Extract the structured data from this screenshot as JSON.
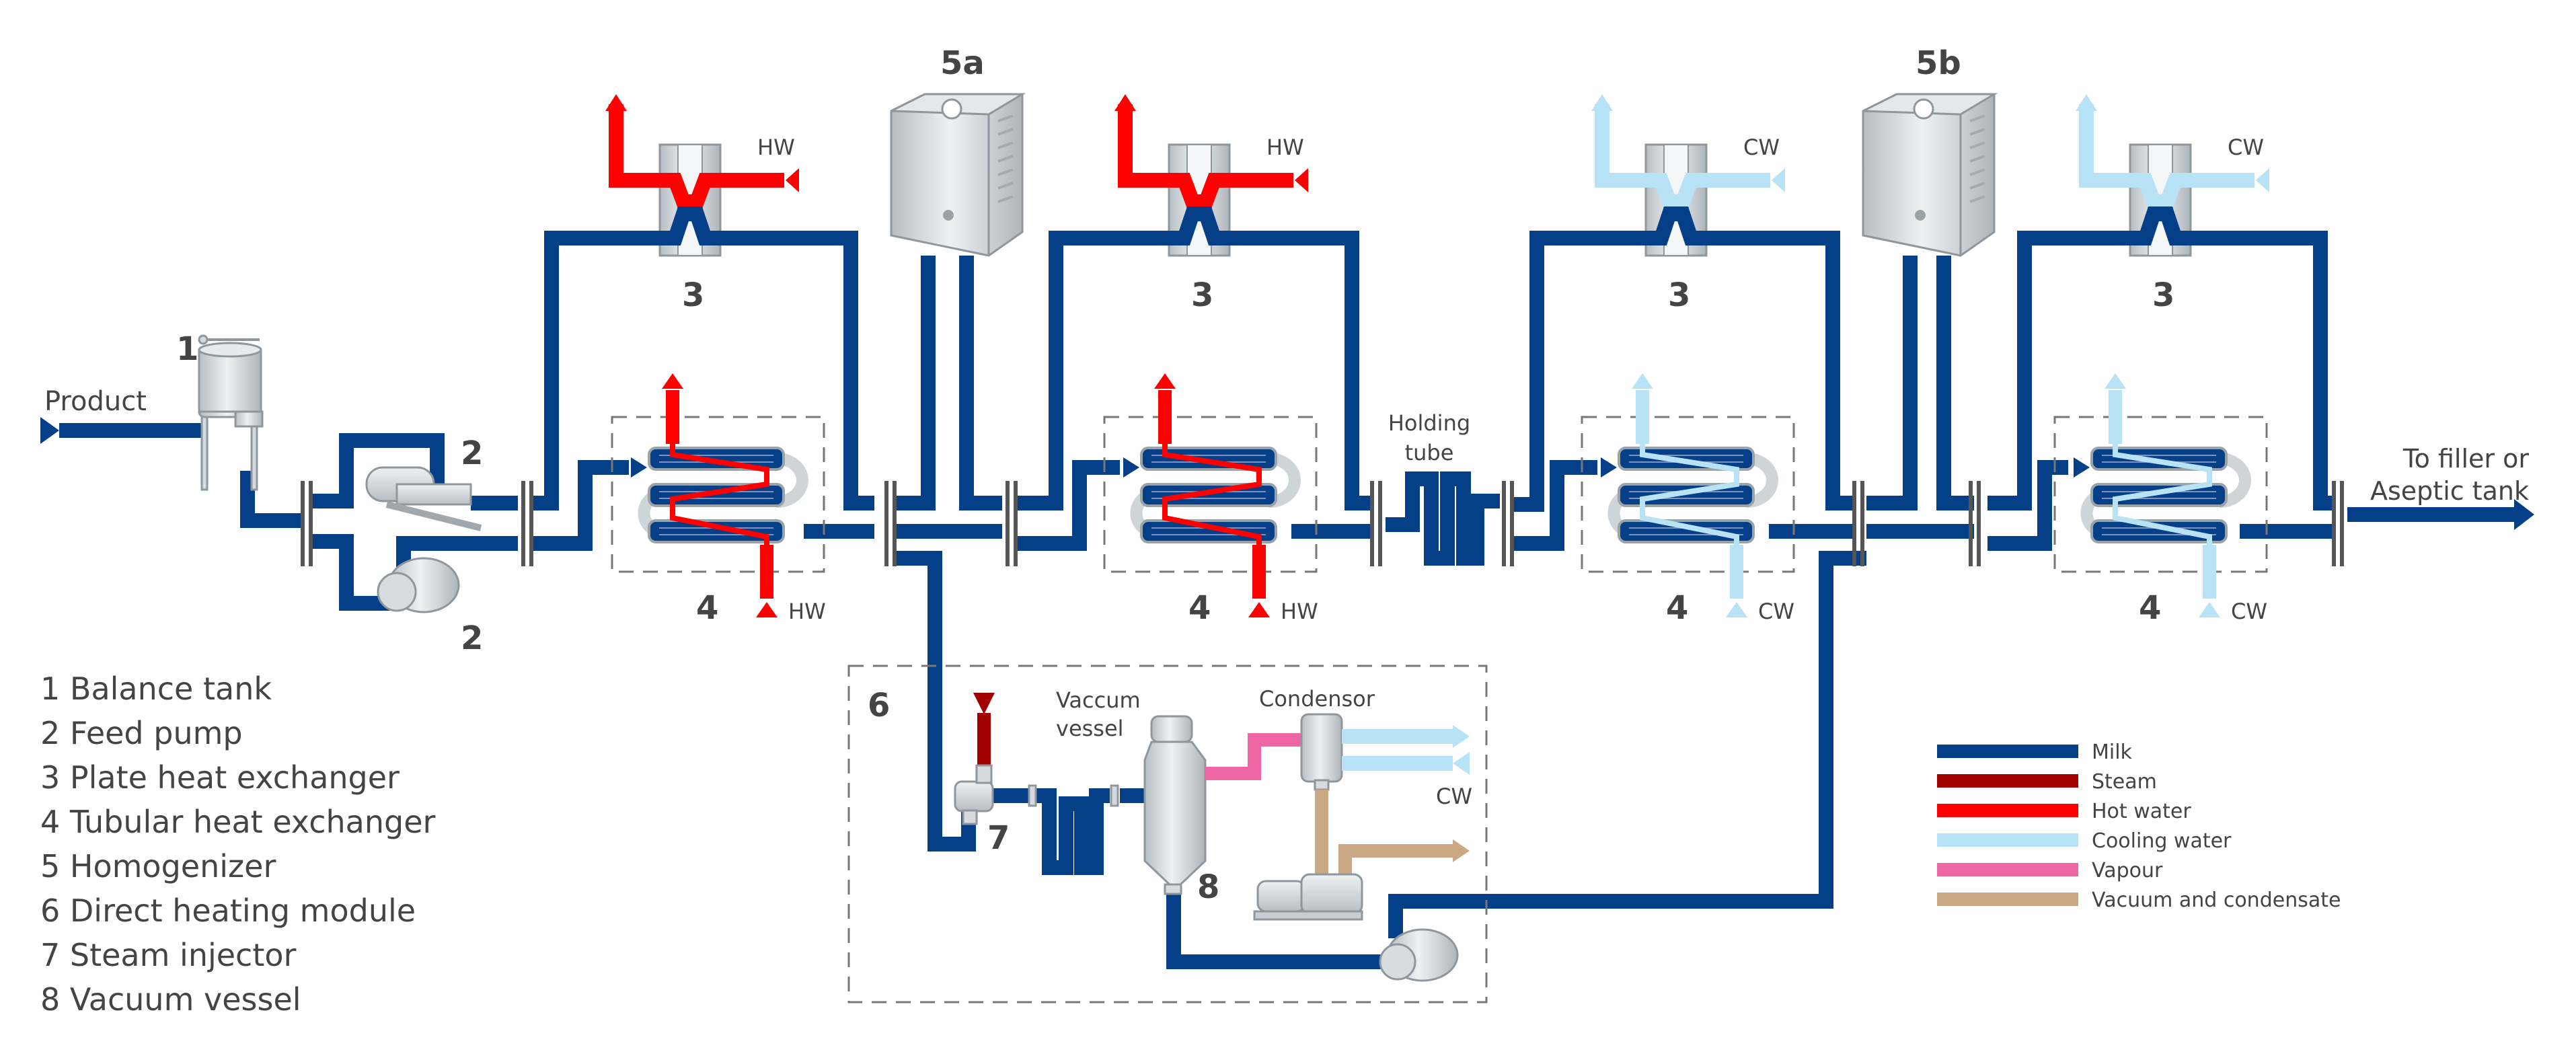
{
  "title": "UHT milk processing line with direct heating",
  "labels": {
    "product": "Product",
    "holding_tube_line1": "Holding",
    "holding_tube_line2": "tube",
    "outlet_line1": "To filler or",
    "outlet_line2": "Aseptic tank",
    "vacuum_vessel_line1": "Vaccum",
    "vacuum_vessel_line2": "vessel",
    "condensor": "Condensor",
    "hw": "HW",
    "cw": "CW"
  },
  "callouts": {
    "balance_tank": "1",
    "feed_pump": "2",
    "plate_hx": "3",
    "tubular_hx": "4",
    "homogenizer_a": "5a",
    "homogenizer_b": "5b",
    "direct_heating": "6",
    "steam_injector": "7",
    "vacuum_vessel": "8"
  },
  "component_list": [
    "1 Balance tank",
    "2 Feed pump",
    "3 Plate heat exchanger",
    "4 Tubular heat exchanger",
    "5 Homogenizer",
    "6 Direct heating module",
    "7 Steam injector",
    "8 Vacuum vessel"
  ],
  "stages": [
    {
      "plate_media": "HW",
      "tubular_media": "HW"
    },
    {
      "plate_media": "HW",
      "tubular_media": "HW"
    },
    {
      "plate_media": "CW",
      "tubular_media": "CW"
    },
    {
      "plate_media": "CW",
      "tubular_media": "CW"
    }
  ],
  "legend": [
    {
      "label": "Milk",
      "color": "#043f87"
    },
    {
      "label": "Steam",
      "color": "#a00000"
    },
    {
      "label": "Hot water",
      "color": "#ff0000"
    },
    {
      "label": "Cooling water",
      "color": "#b8e2f6"
    },
    {
      "label": "Vapour",
      "color": "#ee67a4"
    },
    {
      "label": "Vacuum and condensate",
      "color": "#c9a883"
    }
  ]
}
